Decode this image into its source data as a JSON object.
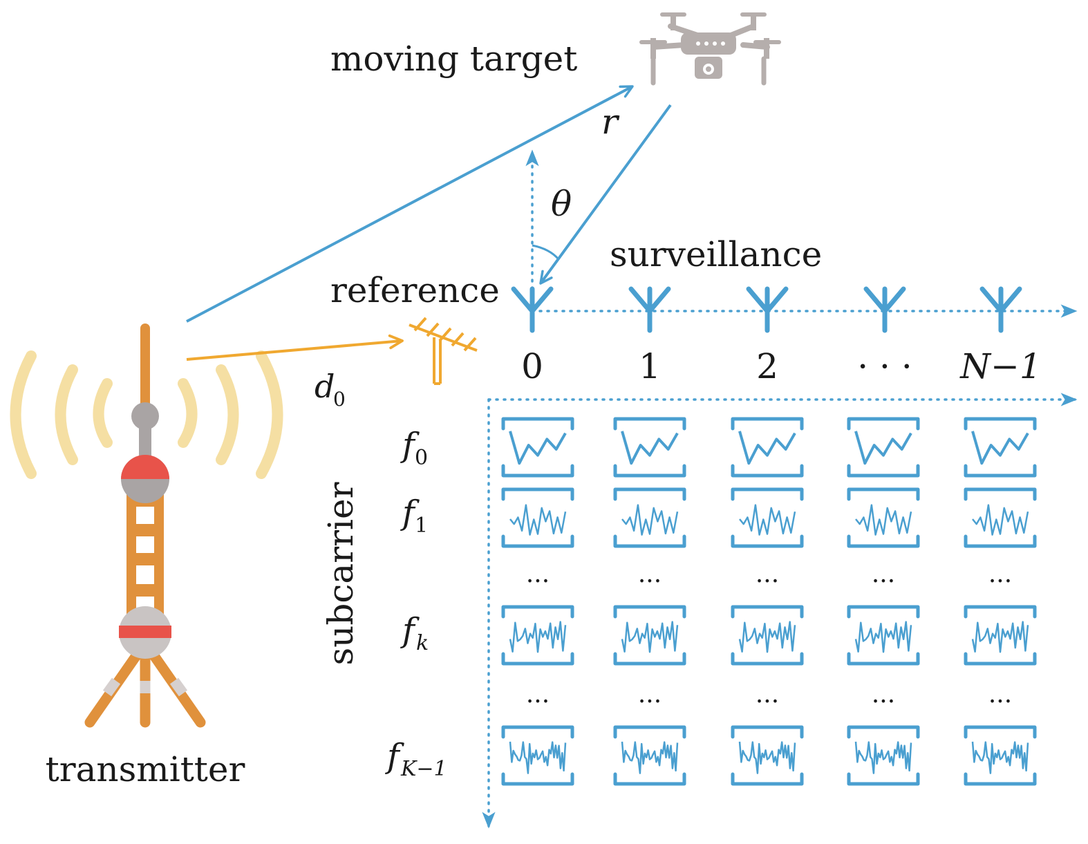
{
  "labels": {
    "moving_target": "moving target",
    "reference": "reference",
    "surveillance": "surveillance",
    "transmitter": "transmitter",
    "subcarrier": "subcarrier",
    "range_symbol": "r",
    "angle_symbol": "θ",
    "baseline_symbol": "d",
    "baseline_subscript": "0"
  },
  "surveillance_indices": [
    "0",
    "1",
    "2",
    "· · ·",
    "N−1"
  ],
  "subcarrier_rows": [
    {
      "symbol": "f",
      "subscript": "0"
    },
    {
      "symbol": "f",
      "subscript": "1"
    },
    {
      "symbol": "f",
      "subscript": "k"
    },
    {
      "symbol": "f",
      "subscript": "K−1"
    }
  ],
  "ellipsis": "···",
  "colors": {
    "blue": "#4a9fd0",
    "orange": "#f0a830",
    "tower_orange": "#e0913c",
    "tower_red": "#e8534a",
    "tower_gray": "#a9a4a4",
    "wave_yellow": "#f5dfa3",
    "drone_gray": "#b5aeac"
  }
}
